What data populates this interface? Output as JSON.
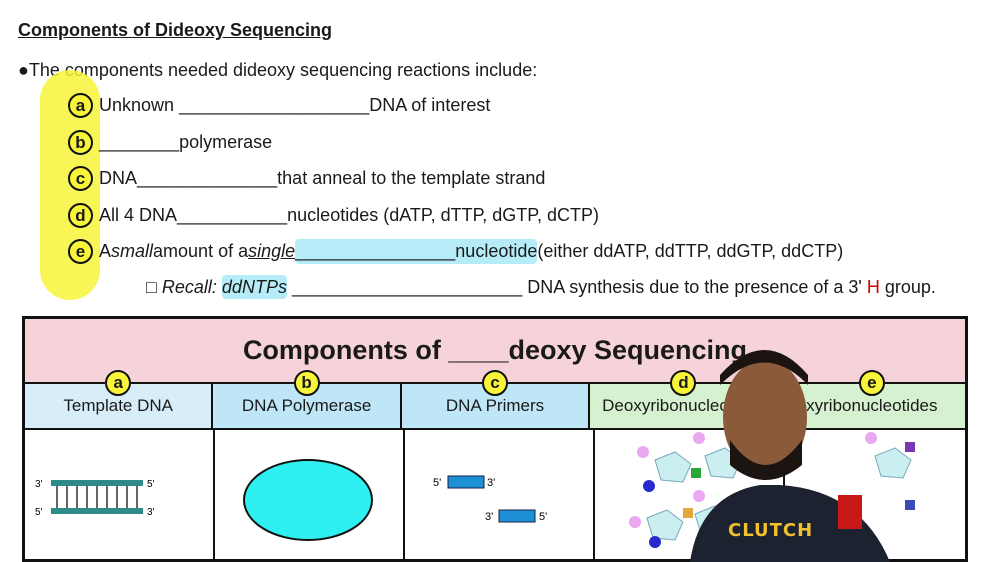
{
  "heading": "Components of Dideoxy Sequencing",
  "intro": "●The components needed dideoxy sequencing reactions include:",
  "items": [
    {
      "badge": "a",
      "pre": "Unknown",
      "blank": "___________________",
      "post": " DNA of interest"
    },
    {
      "badge": "b",
      "pre": "",
      "blank": "________",
      "post": " polymerase"
    },
    {
      "badge": "c",
      "pre": "DNA",
      "blank": " ______________",
      "post": " that anneal to the template strand"
    },
    {
      "badge": "d",
      "pre": "All 4 DNA",
      "blank": " ___________",
      "post": "nucleotides (dATP, dTTP, dGTP, dCTP)"
    },
    {
      "badge": "e",
      "pre": "A ",
      "em1": "small",
      "mid": " amount of a ",
      "em2": "single",
      "blank": " ________________",
      "post": "nucleotide",
      "tail": " (either ddATP, ddTTP, ddGTP, ddCTP)"
    }
  ],
  "recall": {
    "box": "□",
    "label": "Recall: ",
    "term": "ddNTPs",
    "blank": " _______________________",
    "text1": " DNA synthesis due to the presence of a 3' ",
    "red": "H",
    "text2": " group."
  },
  "table": {
    "title": "Components of ____deoxy Sequencing",
    "columns": [
      {
        "badge": "a",
        "label": "Template DNA"
      },
      {
        "badge": "b",
        "label": "DNA Polymerase"
      },
      {
        "badge": "c",
        "label": "DNA Primers"
      },
      {
        "badge": "d",
        "label": "Deoxyribonucleotides"
      },
      {
        "badge": "e",
        "label": "xyribonucleotides"
      }
    ],
    "labels": {
      "t1": "3'",
      "t2": "5'",
      "t3": "5'",
      "t4": "3'",
      "p1": "5'",
      "p2": "3'",
      "p3": "3'",
      "p4": "5'"
    }
  },
  "logo": "CLUTCH"
}
